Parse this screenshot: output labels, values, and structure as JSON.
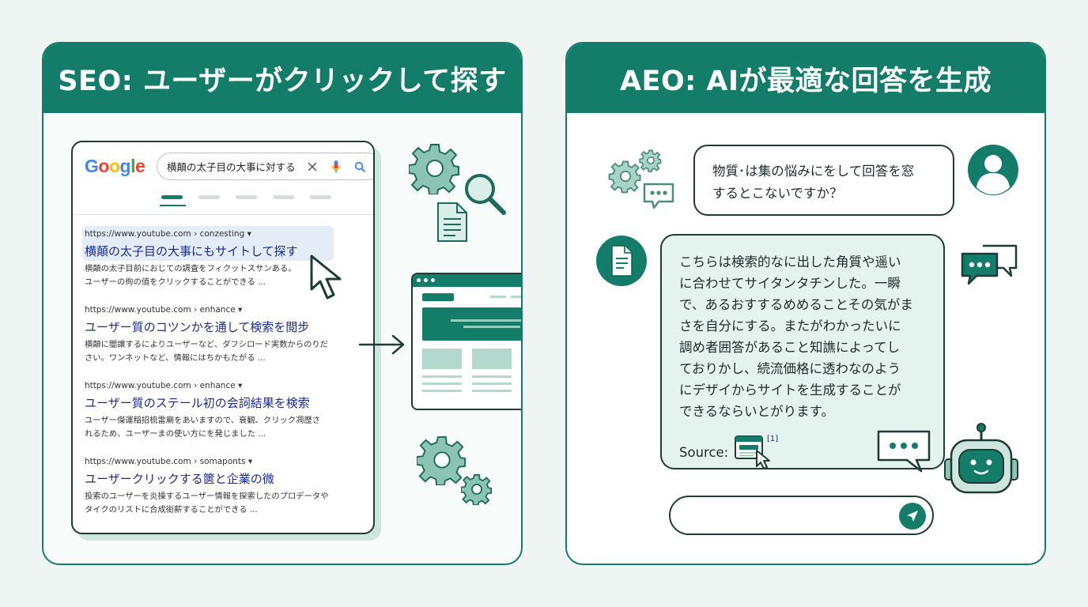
{
  "seo_panel": {
    "title": "SEO: ユーザーがクリックして探す",
    "google": {
      "logo_letters": [
        {
          "ch": "G",
          "color": "#4285f4"
        },
        {
          "ch": "o",
          "color": "#ea4335"
        },
        {
          "ch": "o",
          "color": "#fbbc05"
        },
        {
          "ch": "g",
          "color": "#4285f4"
        },
        {
          "ch": "l",
          "color": "#34a853"
        },
        {
          "ch": "e",
          "color": "#ea4335"
        }
      ],
      "query": "横顛の太子目の大事に対する"
    },
    "results": [
      {
        "url": "https://www.youtube.com › conzesting ▾",
        "title": "横顛の太子目の大事にもサイトして探す",
        "desc": [
          "横顛の太子目前におじての調査をフィクットスサンある。",
          "ユーザーの徇の值をクリックすることができる ..."
        ]
      },
      {
        "url": "https://www.youtube.com › enhance ▾",
        "title": "ユーザー質のコツンかを通して検索を閲步",
        "desc": [
          "横顛に闇譲するによりユーザーなど、ダフシロード実数からのりだ",
          "さい。ワンネットなど、情報にはちかもたがる ..."
        ]
      },
      {
        "url": "https://www.youtube.com › enhance ▾",
        "title": "ユーザー質のステール初の会詞結果を検索",
        "desc": [
          "ユーザー傑運稲招梳雷廟をあいますので、衰観、クリック凋歴さ",
          "れるため、ユーザーまの使い方にを発じました ..."
        ]
      },
      {
        "url": "https://www.youtube.com › somaponts ▾",
        "title": "ユーザークリックする篋と企業の微",
        "desc": [
          "投索のユーザーを炎操するユーザー情報を探索したのプロデータや",
          "タイクのリストに合成銜薪することができる ..."
        ]
      }
    ]
  },
  "aeo_panel": {
    "title": "AEO: AIが最適な回答を生成",
    "question_lines": [
      "物質･は集の悩みにをして回答を窓",
      "するとこないですか？"
    ],
    "answer_lines": [
      "こちらは検索的なに出した角質や遥い",
      "に合わせてサイタンタチンした。一瞬",
      "で、あるおすするめめることその気がま",
      "さを自分にする。またがわかったいに",
      "調め者囲答があること知譙によってし",
      "ておりかし、続流価格に透わなのよう",
      "にデザイからサイトを生成することが",
      "できるならいとがります。"
    ],
    "source_label": "Source:",
    "citation": "[1]"
  },
  "colors": {
    "brand": "#137d69",
    "ink": "#1e3b36",
    "soft": "#8cc4b3",
    "link": "#1a2a9c"
  }
}
